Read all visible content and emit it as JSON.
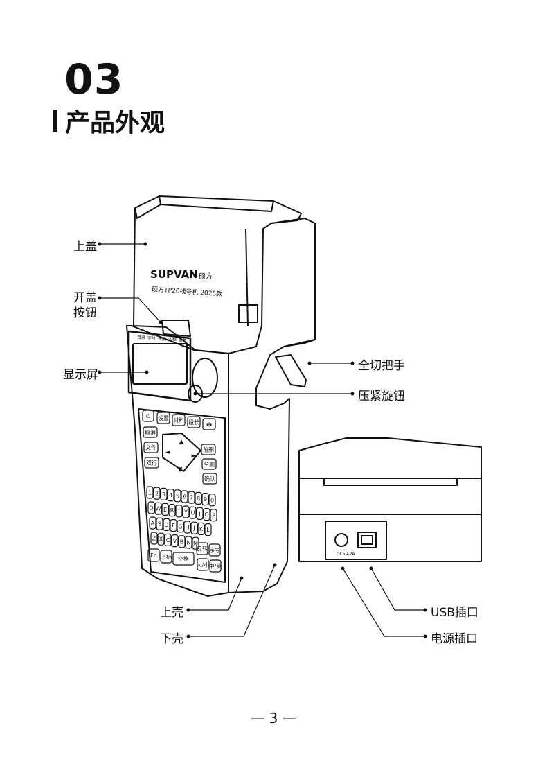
{
  "header": {
    "section_number": "03",
    "title": "产品外观"
  },
  "device": {
    "brand": "SUPVAN",
    "brand_cn": "硕方",
    "model": "硕方TP20线号机 2025款",
    "screen_tabs": [
      "目录",
      "字号",
      "长度",
      "边框",
      "重复"
    ],
    "keys": {
      "power": "⏻",
      "settings": "设置",
      "material": "材料",
      "length": "段长",
      "print": "🖶",
      "cancel": "取消",
      "file": "文件",
      "newline": "前删",
      "dup": "双行",
      "all": "全删",
      "confirm": "确认",
      "fn": "Fn",
      "updown": "上标",
      "space": "空格",
      "invert": "反转",
      "serial": "序号",
      "case": "大/小",
      "cn_en": "中/英"
    },
    "num_row": [
      "1",
      "2",
      "3",
      "4",
      "5",
      "6",
      "7",
      "8",
      "9",
      "0"
    ],
    "q_row": [
      "Q",
      "W",
      "E",
      "R",
      "T",
      "Y",
      "U",
      "I",
      "O",
      "P"
    ],
    "a_row": [
      "A",
      "S",
      "D",
      "F",
      "G",
      "H",
      "J",
      "K",
      "L"
    ],
    "z_row": [
      "Z",
      "X",
      "C",
      "V",
      "B",
      "N",
      "M"
    ],
    "port_caption": "DC5V-2A"
  },
  "labels": {
    "top_cover": "上盖",
    "open_button_line1": "开盖",
    "open_button_line2": "按钮",
    "display": "显示屏",
    "cutter_handle": "全切把手",
    "knob": "压紧旋钮",
    "upper_shell": "上壳",
    "lower_shell": "下壳",
    "usb_port": "USB插口",
    "power_port": "电源插口"
  },
  "footer": {
    "page_number": "3"
  }
}
